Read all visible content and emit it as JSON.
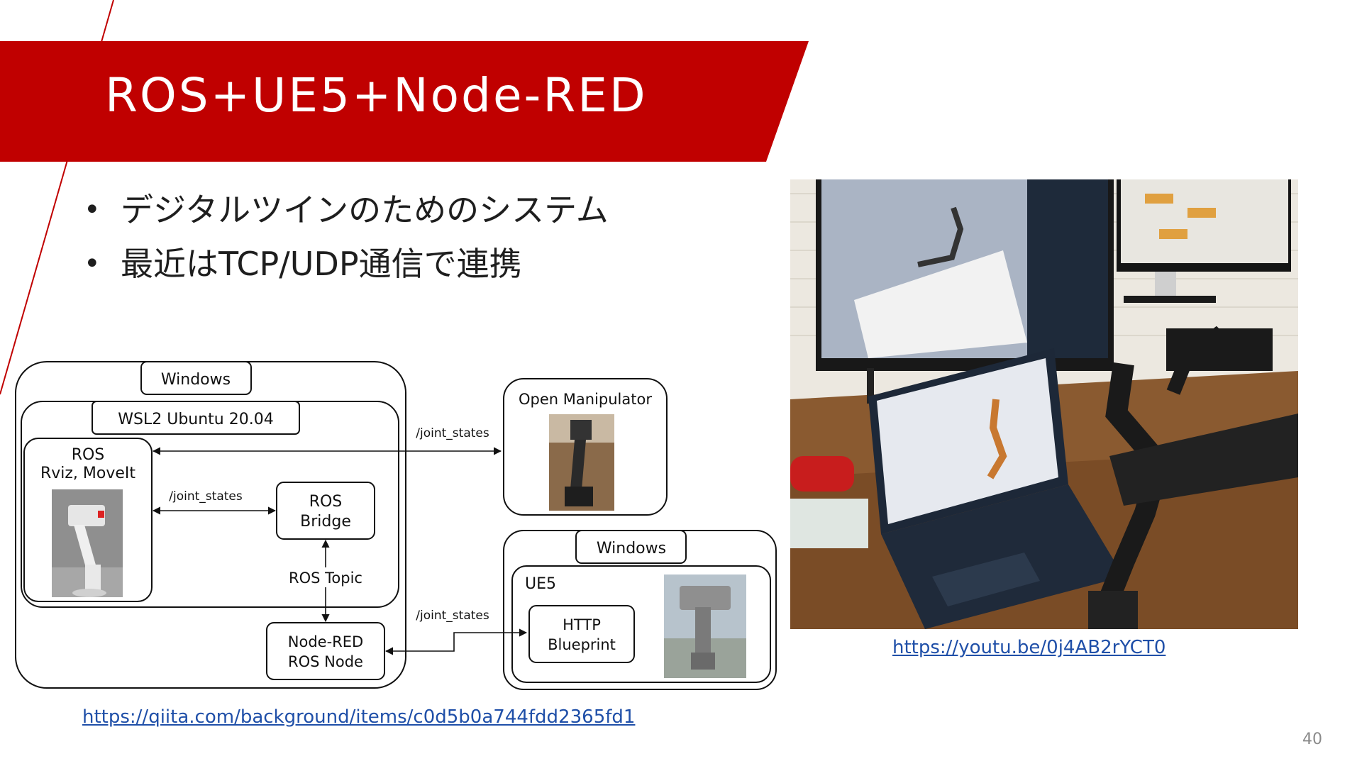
{
  "slide": {
    "title": "ROS+UE5+Node-RED",
    "bullets": [
      "デジタルツインのためのシステム",
      "最近はTCP/UDP通信で連携"
    ],
    "page_number": "40",
    "colors": {
      "accent": "#c00000",
      "link": "#1f4fa8",
      "text": "#1e1e1e"
    }
  },
  "diagram": {
    "windows_label": "Windows",
    "wsl_label": "WSL2 Ubuntu 20.04",
    "ros_line1": "ROS",
    "ros_line2": "Rviz, MoveIt",
    "joint_states_label": "/joint_states",
    "ros_bridge_line1": "ROS",
    "ros_bridge_line2": "Bridge",
    "ros_topic_label": "ROS Topic",
    "nodered_line1": "Node-RED",
    "nodered_line2": "ROS Node",
    "open_manipulator_label": "Open Manipulator",
    "ue_windows_label": "Windows",
    "ue5_label": "UE5",
    "http_line1": "HTTP",
    "http_line2": "Blueprint"
  },
  "links": {
    "qiita": "https://qiita.com/background/items/c0d5b0a744fdd2365fd1",
    "youtube": "https://youtu.be/0j4AB2rYCT0"
  },
  "icons": [
    "bullet-dot",
    "robot-arm-render-icon",
    "robot-arm-photo-icon",
    "ue5-robot-render-icon"
  ]
}
